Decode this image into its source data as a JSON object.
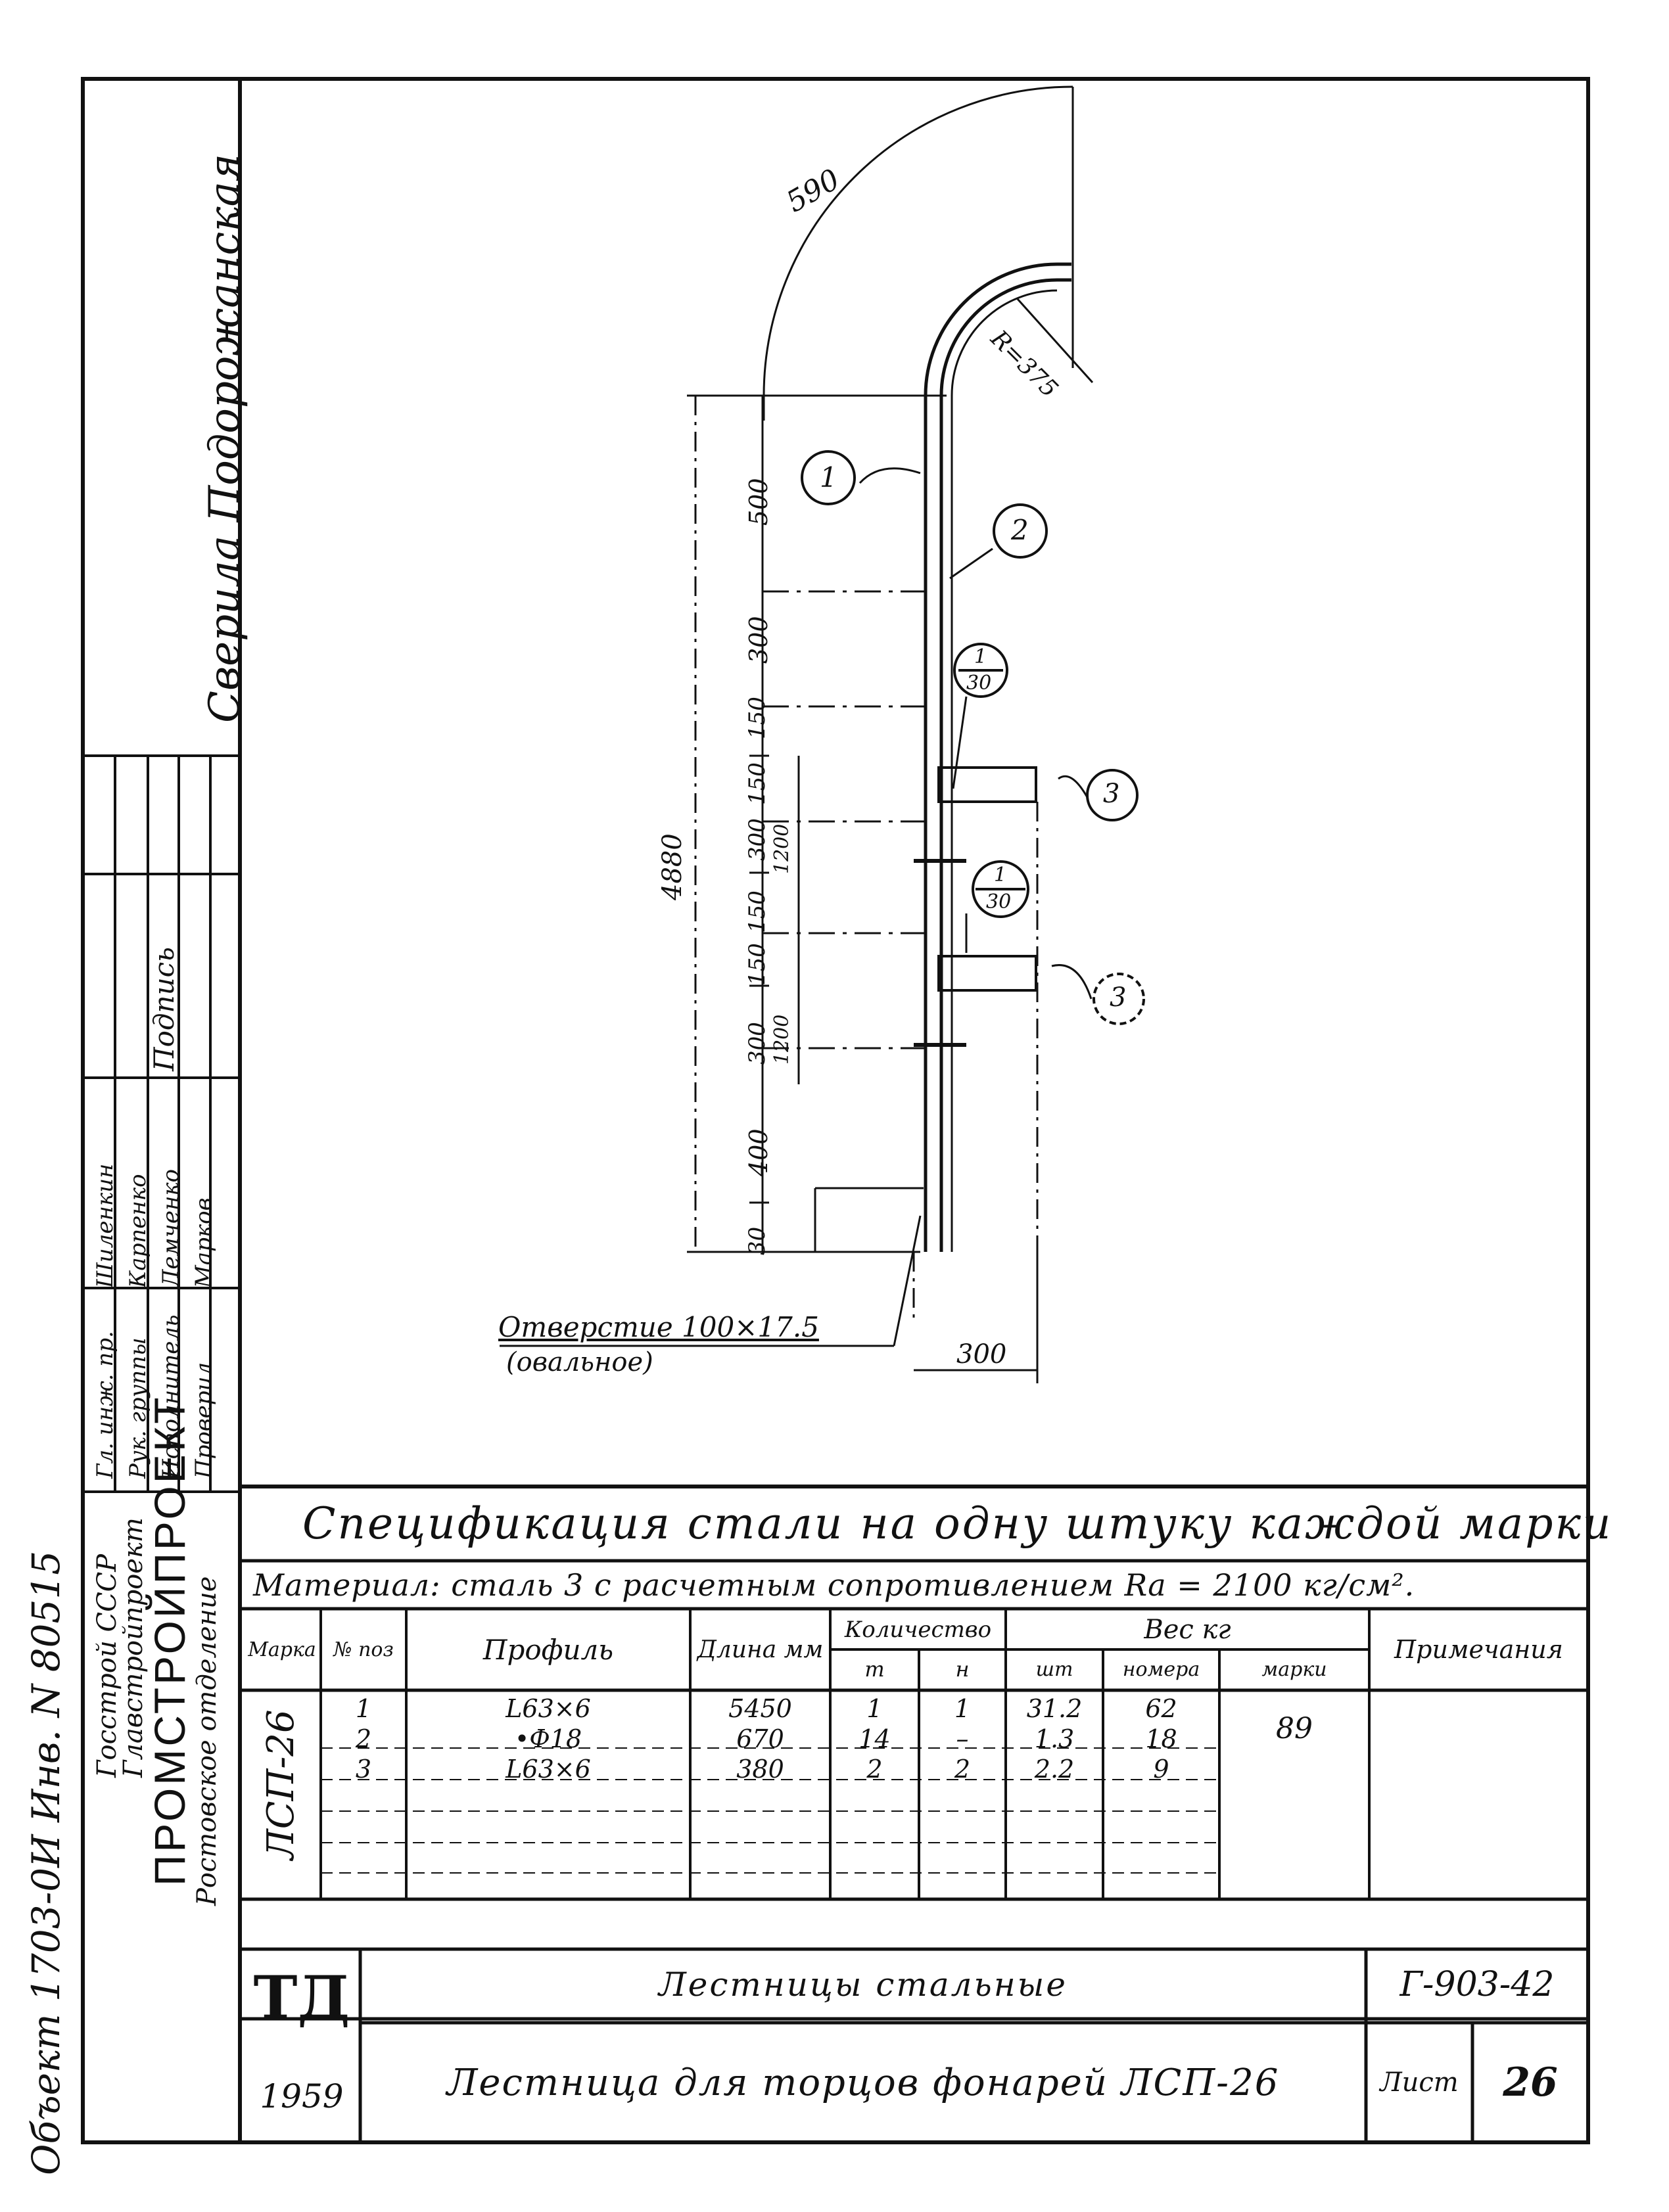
{
  "left_margin": {
    "object_ref": "Объект 1703-0И Инв. N 80515",
    "gosstroy": "Госстрой СССР",
    "glavstroyproekt": "Главстройпроект",
    "org": "ПРОМСТРОЙПРОЕКТ",
    "branch": "Ростовское отделение"
  },
  "sign_block": {
    "roles": [
      "Гл. инж. пр.",
      "Рук. группы",
      "Исполнитель",
      "Проверил"
    ],
    "names": [
      "Шиленкин",
      "Карпенко",
      "Лемченко",
      "Марков"
    ],
    "signature": "Подпись"
  },
  "vertical_note": "Сверила Подорожанская",
  "drawing": {
    "dim_590": "590",
    "dim_radius": "R=375",
    "dims_left": [
      "500",
      "300",
      "150",
      "150",
      "300",
      "150",
      "150",
      "300",
      "400",
      "30"
    ],
    "dim_4880": "4880",
    "dim_1200a": "1200",
    "dim_1200b": "1200",
    "dim_300": "300",
    "callout_1": "1",
    "callout_2": "2",
    "callout_3a": "3",
    "callout_3b": "3",
    "callout_frac_a_num": "1",
    "callout_frac_a_den": "30",
    "callout_frac_b_num": "1",
    "callout_frac_b_den": "30",
    "hole_note_1": "Отверстие 100×17.5",
    "hole_note_2": "(овальное)"
  },
  "spec": {
    "title": "Спецификация стали на одну штуку каждой марки",
    "material": "Материал: сталь 3 с расчетным сопротивлением Rа = 2100 кг/см².",
    "headers": {
      "mark": "Марка",
      "pos": "№ поз",
      "profile": "Профиль",
      "length": "Длина мм",
      "qty": "Количество",
      "qty_t": "т",
      "qty_n": "н",
      "weight": "Вес кг",
      "w_piece": "шт",
      "w_pos": "номера",
      "w_mark": "марки",
      "note": "Примечания"
    },
    "mark_value": "ЛСП-26",
    "rows": [
      {
        "pos": "1",
        "profile": "L63×6",
        "length": "5450",
        "t": "1",
        "n": "1",
        "w1": "31.2",
        "w2": "62"
      },
      {
        "pos": "2",
        "profile": "•Ф18",
        "length": "670",
        "t": "14",
        "n": "–",
        "w1": "1.3",
        "w2": "18"
      },
      {
        "pos": "3",
        "profile": "L63×6",
        "length": "380",
        "t": "2",
        "n": "2",
        "w1": "2.2",
        "w2": "9"
      }
    ],
    "mark_weight": "89"
  },
  "title_block": {
    "td": "ТД",
    "year": "1959",
    "series": "Лестницы стальные",
    "name": "Лестница для торцов фонарей ЛСП-26",
    "code": "Г-903-42",
    "sheet_label": "Лист",
    "sheet_no": "26"
  }
}
